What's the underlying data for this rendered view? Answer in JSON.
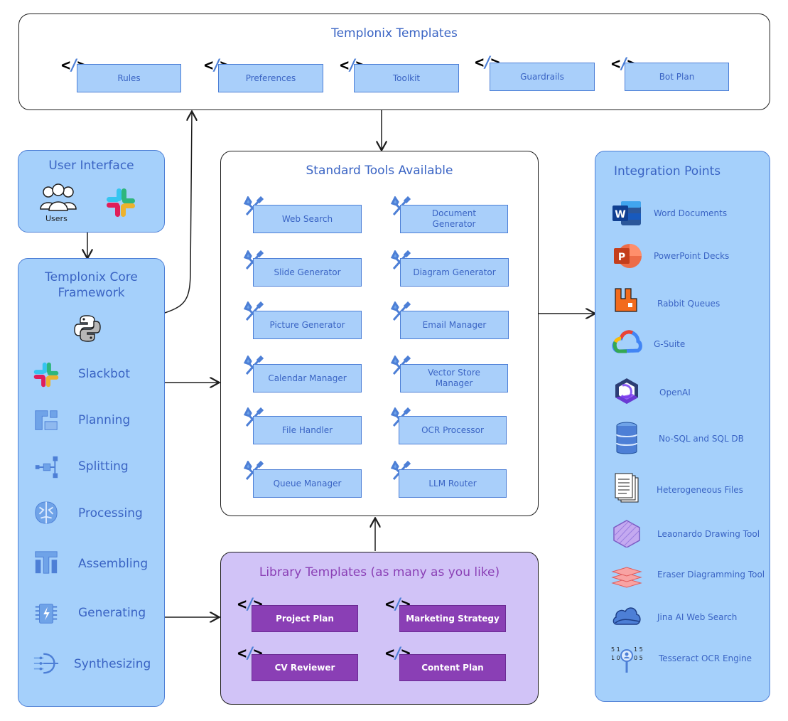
{
  "templates_panel": {
    "title": "Templonix Templates",
    "items": [
      "Rules",
      "Preferences",
      "Toolkit",
      "Guardrails",
      "Bot Plan"
    ]
  },
  "user_interface": {
    "title": "User Interface",
    "users_label": "Users"
  },
  "core_framework": {
    "title_line1": "Templonix Core",
    "title_line2": "Framework",
    "items": [
      {
        "label": "Slackbot",
        "icon": "slack-icon"
      },
      {
        "label": "Planning",
        "icon": "planning-icon"
      },
      {
        "label": "Splitting",
        "icon": "splitting-icon"
      },
      {
        "label": "Processing",
        "icon": "processing-icon"
      },
      {
        "label": "Assembling",
        "icon": "assembling-icon"
      },
      {
        "label": "Generating",
        "icon": "generating-icon"
      },
      {
        "label": "Synthesizing",
        "icon": "synthesizing-icon"
      }
    ]
  },
  "standard_tools": {
    "title": "Standard Tools Available",
    "left": [
      "Web Search",
      "Slide Generator",
      "Picture Generator",
      "Calendar Manager",
      "File Handler",
      "Queue Manager"
    ],
    "right": [
      [
        "Document",
        "Generator"
      ],
      [
        "Diagram Generator"
      ],
      [
        "Email Manager"
      ],
      [
        "Vector Store",
        "Manager"
      ],
      [
        "OCR Processor"
      ],
      [
        "LLM Router"
      ]
    ]
  },
  "library_templates": {
    "title": "Library Templates (as many as you like)",
    "items": [
      "Project Plan",
      "Marketing Strategy",
      "CV Reviewer",
      "Content Plan"
    ]
  },
  "integration_points": {
    "title": "Integration Points",
    "items": [
      {
        "label": "Word Documents",
        "icon": "word-icon"
      },
      {
        "label": "PowerPoint Decks",
        "icon": "powerpoint-icon"
      },
      {
        "label": "Rabbit Queues",
        "icon": "rabbitmq-icon"
      },
      {
        "label": "G-Suite",
        "icon": "google-cloud-icon"
      },
      {
        "label": "OpenAI",
        "icon": "openai-icon"
      },
      {
        "label": "No-SQL and SQL DB",
        "icon": "database-icon"
      },
      {
        "label": "Heterogeneous Files",
        "icon": "files-icon"
      },
      {
        "label": "Leaonardo Drawing Tool",
        "icon": "hexagon-icon"
      },
      {
        "label": "Eraser Diagramming Tool",
        "icon": "layers-icon"
      },
      {
        "label": "Jina AI Web Search",
        "icon": "cloud-icon"
      },
      {
        "label": "Tesseract OCR Engine",
        "icon": "ocr-icon"
      }
    ]
  },
  "colors": {
    "blue_panel": "#a5d0fb",
    "purple_panel": "#d1c3f7",
    "purple_chip": "#8a3fb5",
    "text_blue": "#3a64c4"
  }
}
